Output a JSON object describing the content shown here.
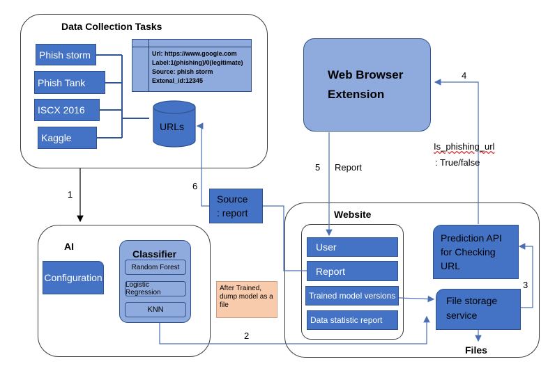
{
  "data_collection": {
    "title": "Data Collection Tasks",
    "sources": [
      "Phish storm",
      "Phish Tank",
      "ISCX 2016",
      "Kaggle"
    ],
    "db_label": "URLs",
    "sample": {
      "url": "Url: https://www.google.com",
      "label": "Label:1(phishing)/0(legitimate)",
      "source": "Source: phish storm",
      "id": "Extenal_id:12345"
    }
  },
  "browser_extension": {
    "line1": "Web Browser",
    "line2": "Extension"
  },
  "ai": {
    "title": "AI",
    "configuration": "Configuration",
    "classifier_title": "Classifier",
    "models": [
      "Random Forest",
      "Logistic Regression",
      "KNN"
    ]
  },
  "note": "After Trained, dump model as a file",
  "website": {
    "title": "Website",
    "items": [
      "User",
      "Report",
      "Trained model versions",
      "Data statistic report"
    ],
    "prediction_api": "Prediction API for Checking URL",
    "file_storage": "File storage service",
    "files": "Files"
  },
  "source_report": {
    "line1": "Source",
    "line2": ": report"
  },
  "labels": {
    "n1": "1",
    "n2": "2",
    "n3": "3",
    "n4": "4",
    "n5": "5",
    "n6": "6",
    "report": "Report",
    "is_phishing": "Is_phishing_url",
    "true_false": ": True/false"
  },
  "colors": {
    "dark_blue": "#4472c4",
    "light_blue": "#8faadc",
    "peach": "#f8cbad",
    "line": "#4a6fb5"
  }
}
